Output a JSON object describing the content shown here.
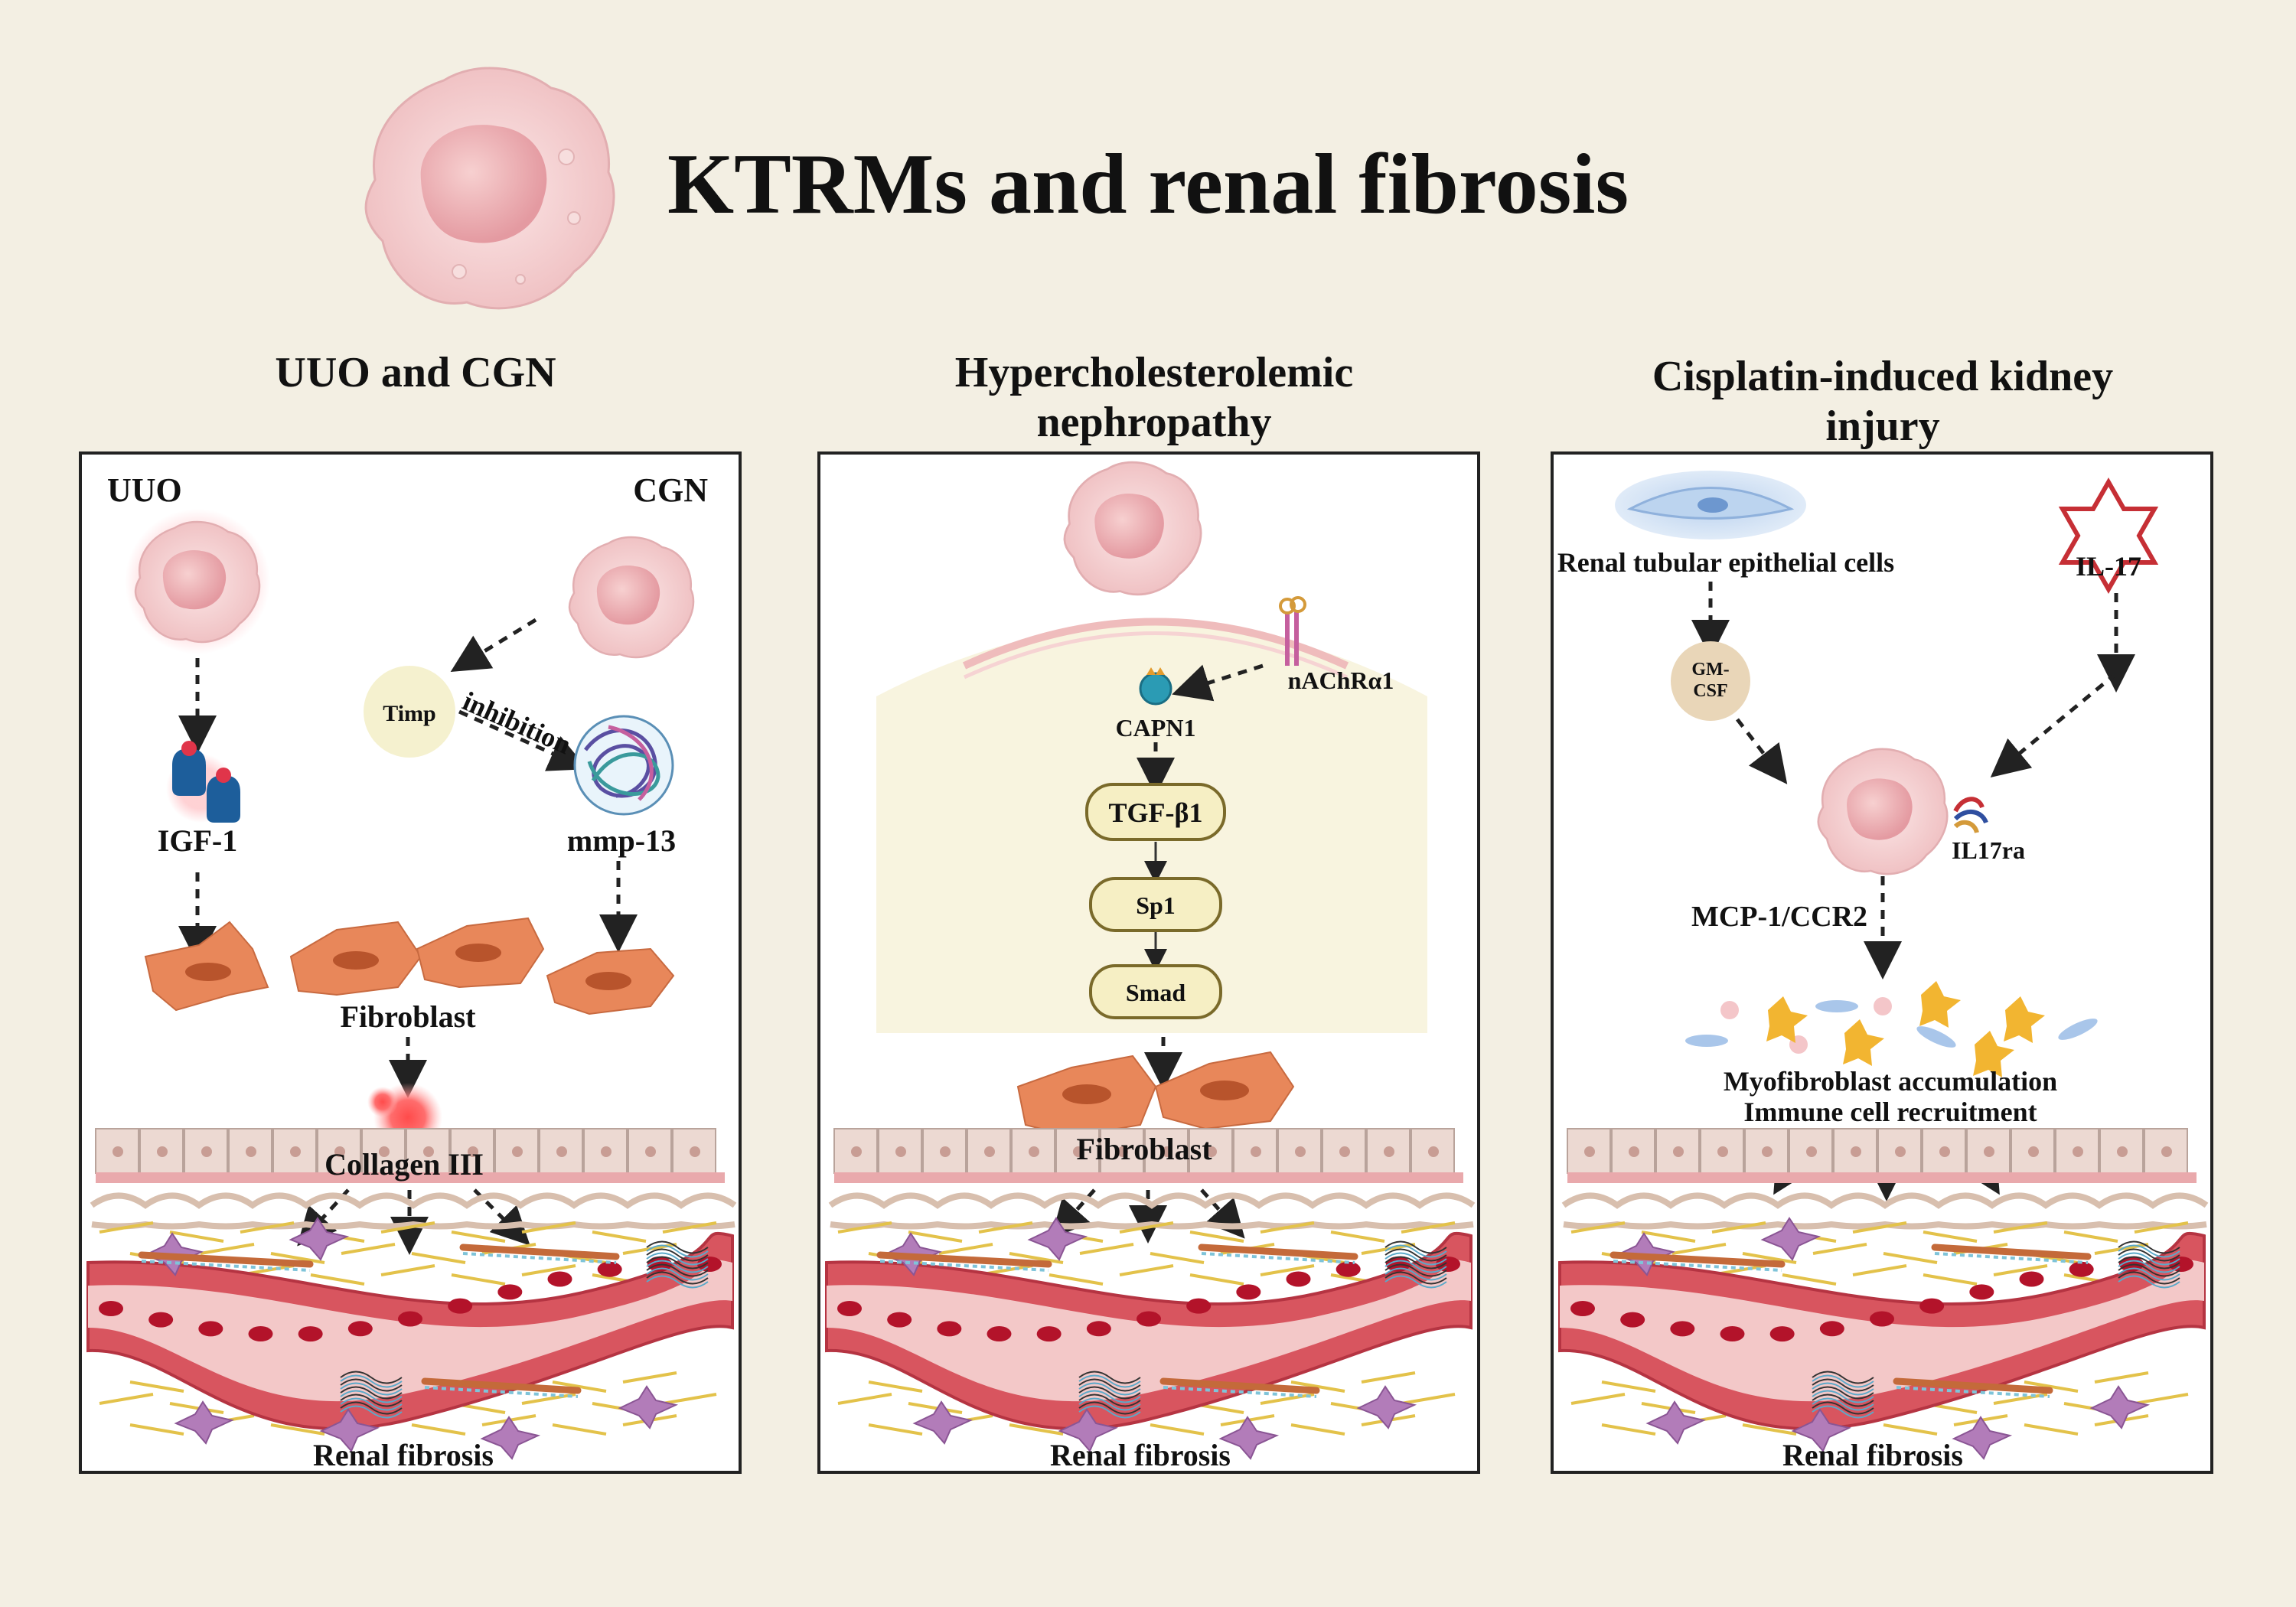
{
  "title": "KTRMs and renal fibrosis",
  "panels": [
    {
      "heading": "UUO and CGN",
      "labels": {
        "uuo": "UUO",
        "cgn": "CGN",
        "timp": "Timp",
        "inhibition": "inhibition",
        "igf1": "IGF-1",
        "mmp13": "mmp-13",
        "fibroblast": "Fibroblast",
        "collagen": "Collagen III",
        "footer": "Renal fibrosis"
      }
    },
    {
      "heading_line1": "Hypercholesterolemic",
      "heading_line2": "nephropathy",
      "labels": {
        "nachr": "nAChRα1",
        "capn1": "CAPN1",
        "tgf": "TGF-β1",
        "sp1": "Sp1",
        "smad": "Smad",
        "fibroblast": "Fibroblast",
        "footer": "Renal fibrosis"
      }
    },
    {
      "heading_line1": "Cisplatin-induced kidney",
      "heading_line2": "injury",
      "labels": {
        "rtec": "Renal tubular epithelial cells",
        "il17": "IL-17",
        "gm_line1": "GM-",
        "gm_line2": "CSF",
        "il17ra": "IL17ra",
        "mcp": "MCP-1/CCR2",
        "myo": "Myofibroblast accumulation",
        "immune": "Immune cell recruitment",
        "footer": "Renal fibrosis"
      }
    }
  ],
  "colors": {
    "background": "#f3efe3",
    "macrophage": "#f2c9c9",
    "fibroblast": "#e8875a",
    "vessel": "#c93a45",
    "rbc": "#b3132a",
    "collagen": "#e3c24a",
    "epithelium": "#ecd9d2"
  }
}
